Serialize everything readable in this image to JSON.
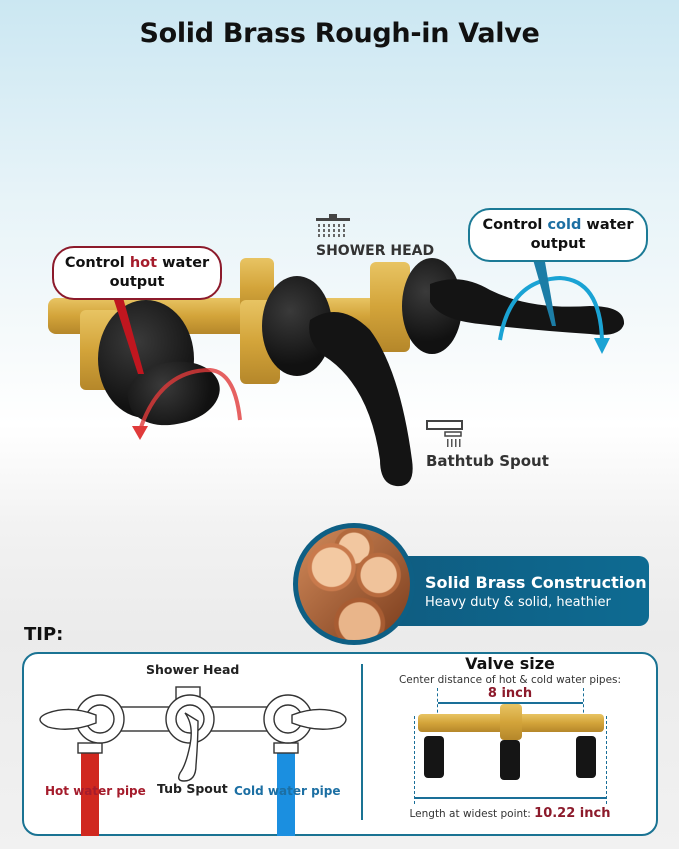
{
  "header": {
    "title": "Solid Brass Rough-in Valve"
  },
  "callouts": {
    "hot": {
      "prefix": "Control ",
      "highlight": "hot",
      "suffix": " water",
      "line2": "output",
      "color": "#a51c2c"
    },
    "cold": {
      "prefix": "Control ",
      "highlight": "cold",
      "suffix": " water",
      "line2": "output",
      "color": "#1c6fa3"
    }
  },
  "labels": {
    "shower_head": "SHOWER HEAD",
    "bathtub_spout": "Bathtub Spout",
    "shower_icon": "shower-head-icon",
    "bathtub_icon": "bathtub-spout-icon"
  },
  "construction": {
    "title": "Solid Brass Construction",
    "subtitle": "Heavy duty & solid, heathier",
    "accent": "#0e6b92"
  },
  "tip": {
    "label": "TIP:",
    "diagram": {
      "shower_head": "Shower Head",
      "tub_spout": "Tub Spout",
      "hot_pipe": "Hot water pipe",
      "cold_pipe": "Cold water pipe",
      "hot_color": "#d0281f",
      "cold_color": "#1b8fe0"
    },
    "valve_size": {
      "title": "Valve size",
      "subtitle": "Center distance of hot & cold water pipes:",
      "center_distance": "8 inch",
      "widest_label": "Length at widest point: ",
      "widest_value": "10.22 inch"
    }
  }
}
